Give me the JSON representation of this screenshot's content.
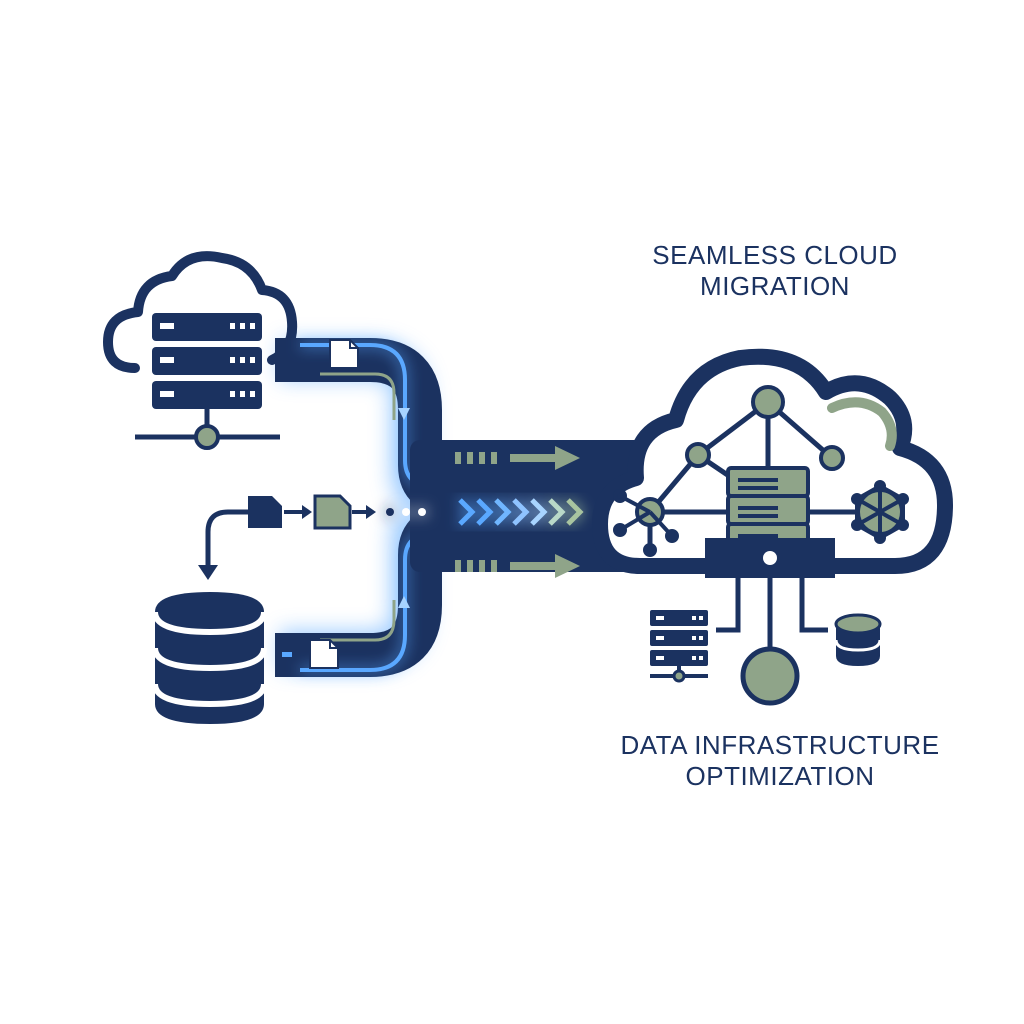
{
  "captions": {
    "top_line1": "SEAMLESS CLOUD",
    "top_line2": "MIGRATION",
    "bottom_line1": "DATA INFRASTRUCTURE",
    "bottom_line2": "OPTIMIZATION"
  },
  "icons": [
    "source-cloud-icon",
    "server-rack-icon",
    "network-node-icon",
    "database-icon",
    "file-icon",
    "arrow-icon",
    "target-cloud-icon",
    "network-graph-icon",
    "hub-node-icon",
    "storage-server-icon",
    "storage-database-icon"
  ],
  "colors": {
    "navy": "#1b3260",
    "sage": "#8fa489",
    "glow": "#5aa8ff",
    "light_glow": "#a8d4ff",
    "background": "#ffffff"
  }
}
